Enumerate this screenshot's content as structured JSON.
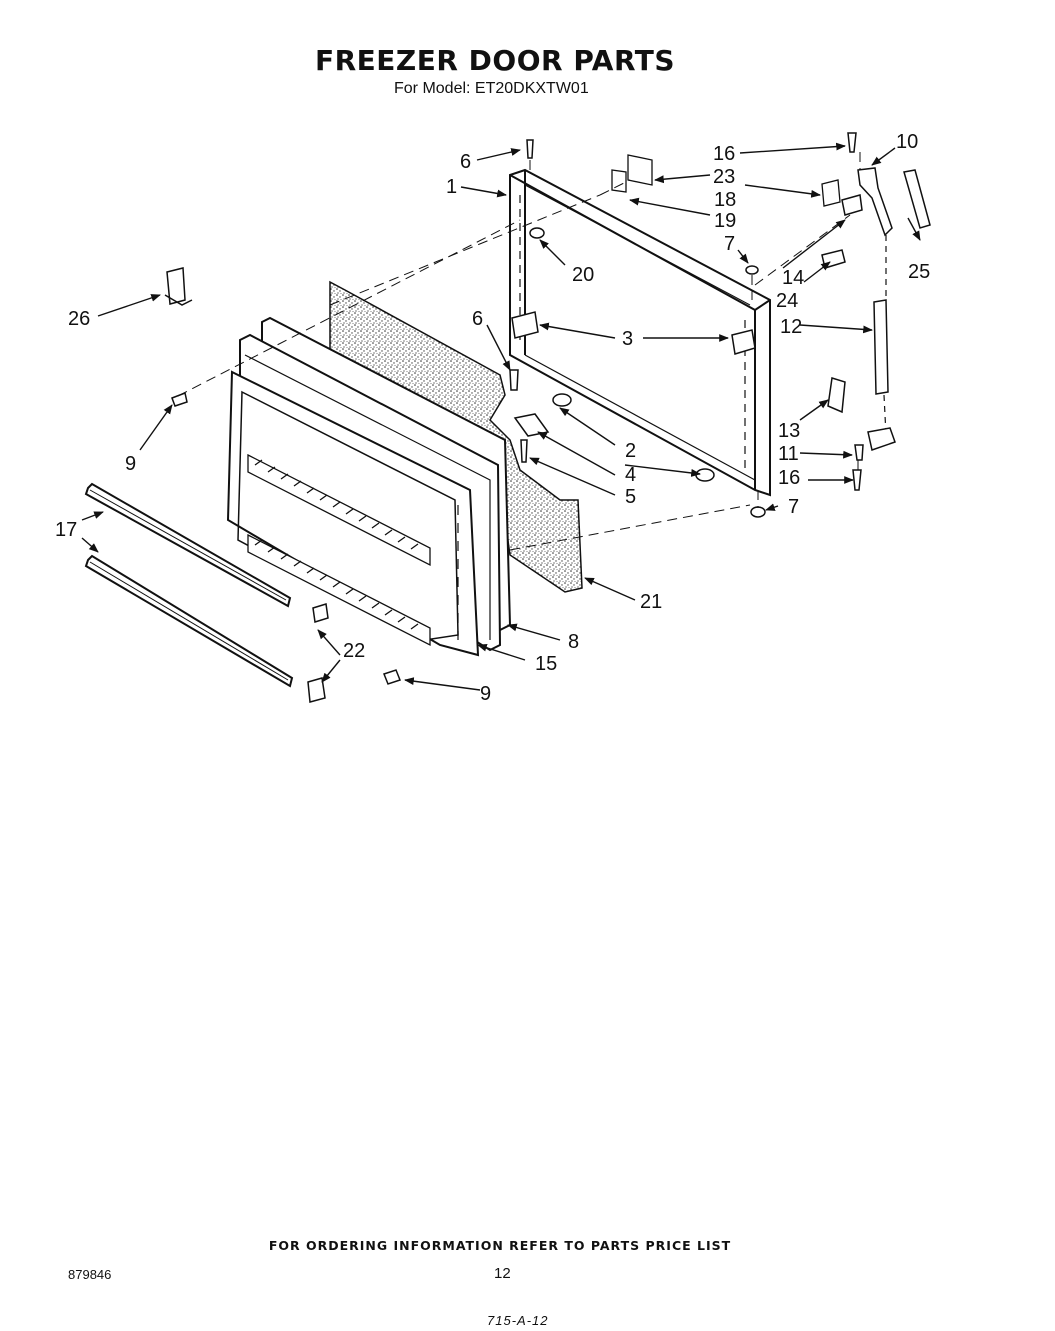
{
  "header": {
    "title": "FREEZER DOOR PARTS",
    "subtitle": "For Model: ET20DKXTW01"
  },
  "callouts": {
    "c1": "1",
    "c2": "2",
    "c3": "3",
    "c4": "4",
    "c5": "5",
    "c6a": "6",
    "c6b": "6",
    "c7a": "7",
    "c7b": "7",
    "c8": "8",
    "c9a": "9",
    "c9b": "9",
    "c10": "10",
    "c11": "11",
    "c12": "12",
    "c13": "13",
    "c14": "14",
    "c15": "15",
    "c16a": "16",
    "c16b": "16",
    "c17": "17",
    "c18": "18",
    "c19": "19",
    "c20": "20",
    "c21": "21",
    "c22": "22",
    "c23": "23",
    "c24": "24",
    "c25": "25",
    "c26": "26"
  },
  "footer": {
    "ordering_note": "FOR ORDERING INFORMATION REFER TO PARTS PRICE LIST",
    "catalog_number": "879846",
    "page_number": "12",
    "handwritten_note": "715-A-12"
  }
}
